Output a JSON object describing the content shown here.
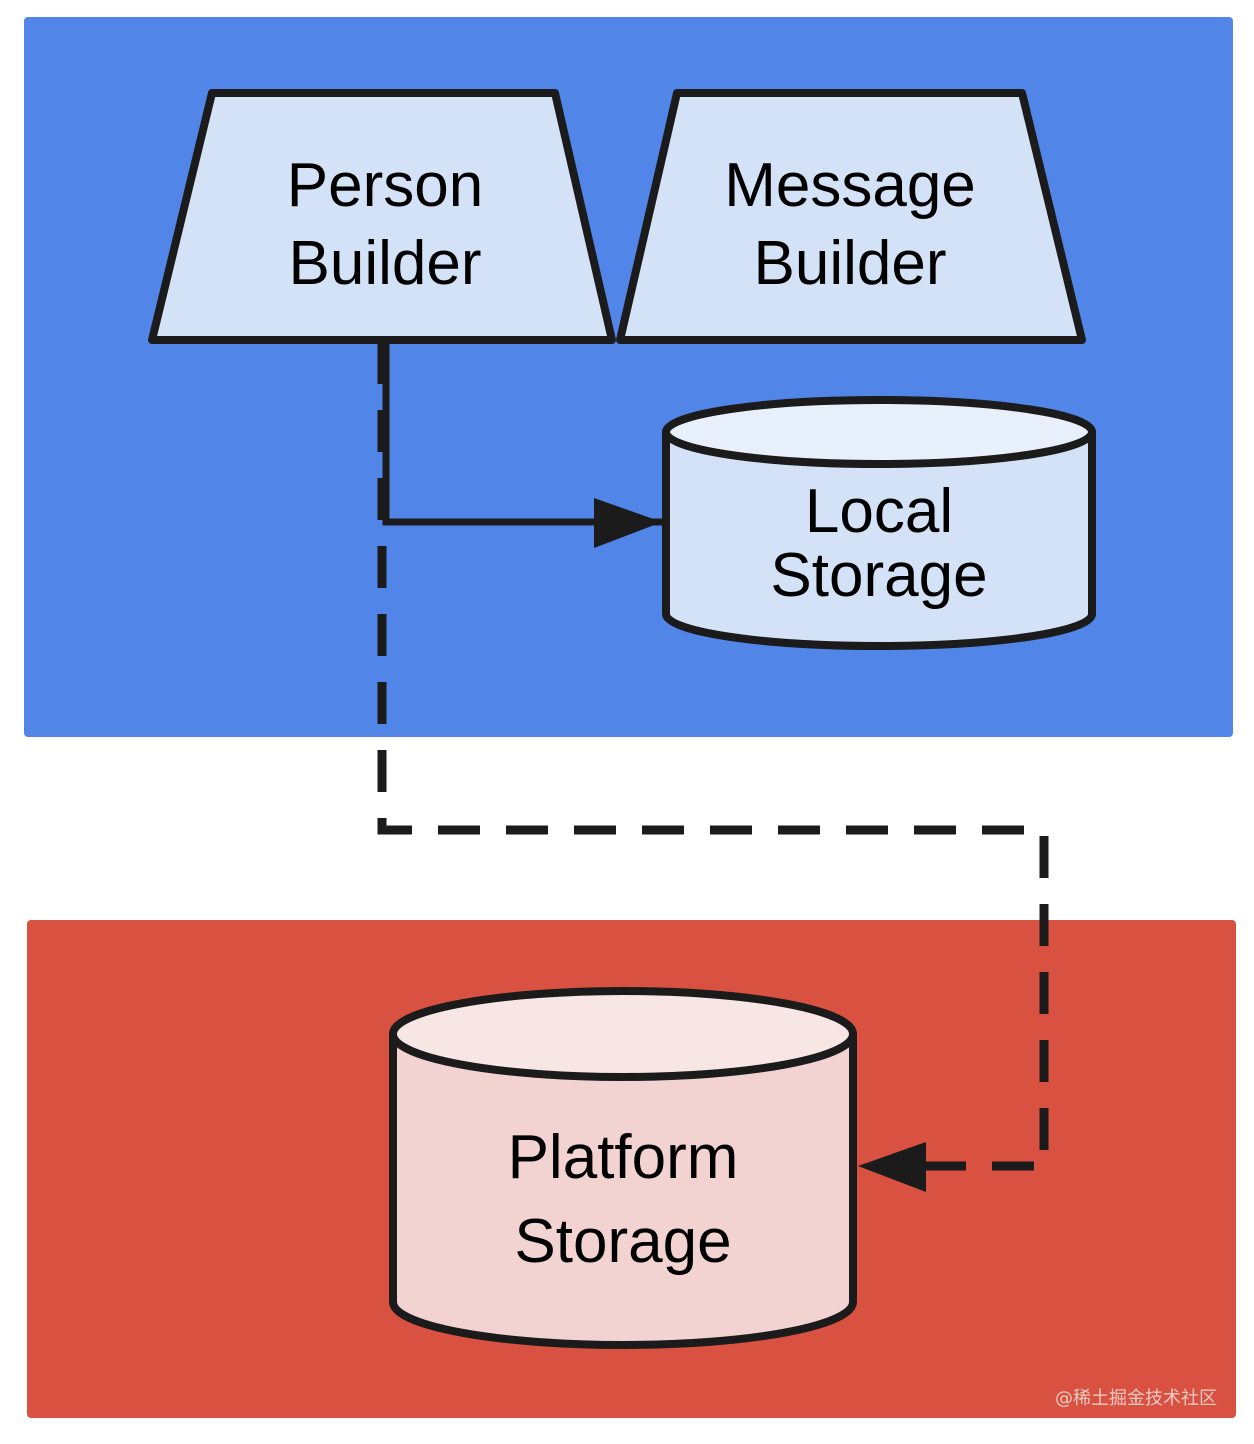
{
  "colors": {
    "app_region": "#5185e8",
    "platform_region": "#d95140",
    "app_node_fill": "#d4e2f8",
    "app_node_top": "#e8f0fc",
    "platform_node_fill": "#f3d3d1",
    "platform_node_top": "#f8e6e4",
    "stroke": "#1b1b1b"
  },
  "nodes": {
    "person_builder": {
      "line1": "Person",
      "line2": "Builder"
    },
    "message_builder": {
      "line1": "Message",
      "line2": "Builder"
    },
    "local_storage": {
      "line1": "Local",
      "line2": "Storage"
    },
    "platform_storage": {
      "line1": "Platform",
      "line2": "Storage"
    }
  },
  "edges": [
    {
      "from": "person_builder",
      "to": "local_storage",
      "style": "solid"
    },
    {
      "from": "person_builder",
      "to": "platform_storage",
      "style": "dashed"
    }
  ],
  "watermark": "@稀土掘金技术社区"
}
